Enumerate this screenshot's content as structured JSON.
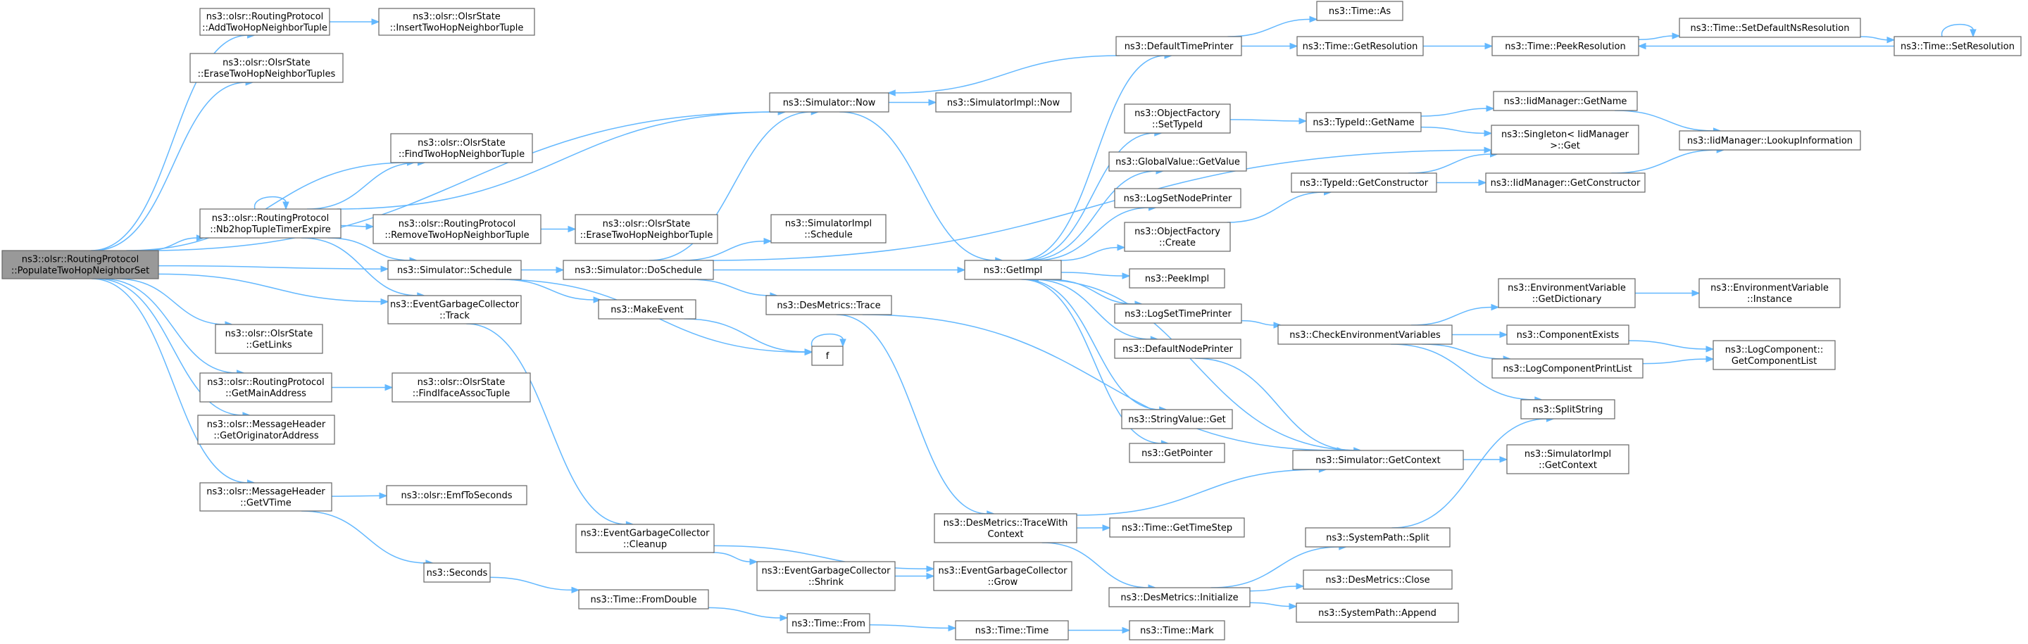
{
  "diagram": {
    "title": "",
    "nodes": [
      {
        "id": "root",
        "lines": [
          "ns3::olsr::RoutingProtocol",
          "::PopulateTwoHopNeighborSet"
        ],
        "root": true
      },
      {
        "id": "addTwoHop",
        "lines": [
          "ns3::olsr::RoutingProtocol",
          "::AddTwoHopNeighborTuple"
        ]
      },
      {
        "id": "insertTwoHop",
        "lines": [
          "ns3::olsr::OlsrState",
          "::InsertTwoHopNeighborTuple"
        ]
      },
      {
        "id": "eraseTwoHopTuples",
        "lines": [
          "ns3::olsr::OlsrState",
          "::EraseTwoHopNeighborTuples"
        ]
      },
      {
        "id": "findTwoHop",
        "lines": [
          "ns3::olsr::OlsrState",
          "::FindTwoHopNeighborTuple"
        ]
      },
      {
        "id": "nb2hop",
        "lines": [
          "ns3::olsr::RoutingProtocol",
          "::Nb2hopTupleTimerExpire"
        ]
      },
      {
        "id": "removeTwoHop",
        "lines": [
          "ns3::olsr::RoutingProtocol",
          "::RemoveTwoHopNeighborTuple"
        ]
      },
      {
        "id": "eraseTwoHopTuple",
        "lines": [
          "ns3::olsr::OlsrState",
          "::EraseTwoHopNeighborTuple"
        ]
      },
      {
        "id": "simNow",
        "lines": [
          "ns3::Simulator::Now"
        ]
      },
      {
        "id": "simImplNow",
        "lines": [
          "ns3::SimulatorImpl::Now"
        ]
      },
      {
        "id": "simSchedule",
        "lines": [
          "ns3::Simulator::Schedule"
        ]
      },
      {
        "id": "doSchedule",
        "lines": [
          "ns3::Simulator::DoSchedule"
        ]
      },
      {
        "id": "simImplSchedule",
        "lines": [
          "ns3::SimulatorImpl",
          "::Schedule"
        ]
      },
      {
        "id": "egcTrack",
        "lines": [
          "ns3::EventGarbageCollector",
          "::Track"
        ]
      },
      {
        "id": "makeEvent",
        "lines": [
          "ns3::MakeEvent"
        ]
      },
      {
        "id": "desTrace",
        "lines": [
          "ns3::DesMetrics::Trace"
        ]
      },
      {
        "id": "f",
        "lines": [
          "f"
        ]
      },
      {
        "id": "getLinks",
        "lines": [
          "ns3::olsr::OlsrState",
          "::GetLinks"
        ]
      },
      {
        "id": "getMainAddr",
        "lines": [
          "ns3::olsr::RoutingProtocol",
          "::GetMainAddress"
        ]
      },
      {
        "id": "findIface",
        "lines": [
          "ns3::olsr::OlsrState",
          "::FindIfaceAssocTuple"
        ]
      },
      {
        "id": "getOrigAddr",
        "lines": [
          "ns3::olsr::MessageHeader",
          "::GetOriginatorAddress"
        ]
      },
      {
        "id": "getVTime",
        "lines": [
          "ns3::olsr::MessageHeader",
          "::GetVTime"
        ]
      },
      {
        "id": "emfToSeconds",
        "lines": [
          "ns3::olsr::EmfToSeconds"
        ]
      },
      {
        "id": "seconds",
        "lines": [
          "ns3::Seconds"
        ]
      },
      {
        "id": "egcCleanup",
        "lines": [
          "ns3::EventGarbageCollector",
          "::Cleanup"
        ]
      },
      {
        "id": "egcShrink",
        "lines": [
          "ns3::EventGarbageCollector",
          "::Shrink"
        ]
      },
      {
        "id": "egcGrow",
        "lines": [
          "ns3::EventGarbageCollector",
          "::Grow"
        ]
      },
      {
        "id": "fromDouble",
        "lines": [
          "ns3::Time::FromDouble"
        ]
      },
      {
        "id": "timeFrom",
        "lines": [
          "ns3::Time::From"
        ]
      },
      {
        "id": "timeTime",
        "lines": [
          "ns3::Time::Time"
        ]
      },
      {
        "id": "timeMark",
        "lines": [
          "ns3::Time::Mark"
        ]
      },
      {
        "id": "getImpl",
        "lines": [
          "ns3::GetImpl"
        ]
      },
      {
        "id": "defaultTimePrinter",
        "lines": [
          "ns3::DefaultTimePrinter"
        ]
      },
      {
        "id": "timeAs",
        "lines": [
          "ns3::Time::As"
        ]
      },
      {
        "id": "timeGetRes",
        "lines": [
          "ns3::Time::GetResolution"
        ]
      },
      {
        "id": "peekRes",
        "lines": [
          "ns3::Time::PeekResolution"
        ]
      },
      {
        "id": "setDefaultNsRes",
        "lines": [
          "ns3::Time::SetDefaultNsResolution"
        ]
      },
      {
        "id": "setRes",
        "lines": [
          "ns3::Time::SetResolution"
        ]
      },
      {
        "id": "ofSetTypeId",
        "lines": [
          "ns3::ObjectFactory",
          "::SetTypeId"
        ]
      },
      {
        "id": "typeIdGetName",
        "lines": [
          "ns3::TypeId::GetName"
        ]
      },
      {
        "id": "iidGetName",
        "lines": [
          "ns3::IidManager::GetName"
        ]
      },
      {
        "id": "singletonGet",
        "lines": [
          "ns3::Singleton< IidManager",
          " >::Get"
        ]
      },
      {
        "id": "lookupInfo",
        "lines": [
          "ns3::IidManager::LookupInformation"
        ]
      },
      {
        "id": "globalValue",
        "lines": [
          "ns3::GlobalValue::GetValue"
        ]
      },
      {
        "id": "typeIdGetCtor",
        "lines": [
          "ns3::TypeId::GetConstructor"
        ]
      },
      {
        "id": "iidGetCtor",
        "lines": [
          "ns3::IidManager::GetConstructor"
        ]
      },
      {
        "id": "logSetNodePrinter",
        "lines": [
          "ns3::LogSetNodePrinter"
        ]
      },
      {
        "id": "ofCreate",
        "lines": [
          "ns3::ObjectFactory",
          "::Create"
        ]
      },
      {
        "id": "peekImpl",
        "lines": [
          "ns3::PeekImpl"
        ]
      },
      {
        "id": "logSetTimePrinter",
        "lines": [
          "ns3::LogSetTimePrinter"
        ]
      },
      {
        "id": "checkEnv",
        "lines": [
          "ns3::CheckEnvironmentVariables"
        ]
      },
      {
        "id": "envGetDict",
        "lines": [
          "ns3::EnvironmentVariable",
          "::GetDictionary"
        ]
      },
      {
        "id": "envInstance",
        "lines": [
          "ns3::EnvironmentVariable",
          "::Instance"
        ]
      },
      {
        "id": "componentExists",
        "lines": [
          "ns3::ComponentExists"
        ]
      },
      {
        "id": "logCompPrintList",
        "lines": [
          "ns3::LogComponentPrintList"
        ]
      },
      {
        "id": "getCompList",
        "lines": [
          "ns3::LogComponent::",
          "GetComponentList"
        ]
      },
      {
        "id": "defaultNodePrinter",
        "lines": [
          "ns3::DefaultNodePrinter"
        ]
      },
      {
        "id": "splitString",
        "lines": [
          "ns3::SplitString"
        ]
      },
      {
        "id": "stringValueGet",
        "lines": [
          "ns3::StringValue::Get"
        ]
      },
      {
        "id": "getPointer",
        "lines": [
          "ns3::GetPointer"
        ]
      },
      {
        "id": "simGetContext",
        "lines": [
          "ns3::Simulator::GetContext"
        ]
      },
      {
        "id": "simImplGetContext",
        "lines": [
          "ns3::SimulatorImpl",
          "::GetContext"
        ]
      },
      {
        "id": "traceWithContext",
        "lines": [
          "ns3::DesMetrics::TraceWith",
          "Context"
        ]
      },
      {
        "id": "timeGetTimeStep",
        "lines": [
          "ns3::Time::GetTimeStep"
        ]
      },
      {
        "id": "systemPathSplit",
        "lines": [
          "ns3::SystemPath::Split"
        ]
      },
      {
        "id": "desInit",
        "lines": [
          "ns3::DesMetrics::Initialize"
        ]
      },
      {
        "id": "desClose",
        "lines": [
          "ns3::DesMetrics::Close"
        ]
      },
      {
        "id": "systemPathAppend",
        "lines": [
          "ns3::SystemPath::Append"
        ]
      }
    ],
    "edges": [
      [
        "root",
        "addTwoHop"
      ],
      [
        "addTwoHop",
        "insertTwoHop"
      ],
      [
        "root",
        "eraseTwoHopTuples"
      ],
      [
        "root",
        "simNow"
      ],
      [
        "root",
        "findTwoHop"
      ],
      [
        "root",
        "nb2hop"
      ],
      [
        "root",
        "simSchedule"
      ],
      [
        "root",
        "egcTrack"
      ],
      [
        "root",
        "getLinks"
      ],
      [
        "root",
        "getMainAddr"
      ],
      [
        "root",
        "getOrigAddr"
      ],
      [
        "root",
        "getVTime"
      ],
      [
        "nb2hop",
        "nb2hop"
      ],
      [
        "nb2hop",
        "findTwoHop"
      ],
      [
        "nb2hop",
        "simNow"
      ],
      [
        "nb2hop",
        "removeTwoHop"
      ],
      [
        "nb2hop",
        "simSchedule"
      ],
      [
        "nb2hop",
        "egcTrack"
      ],
      [
        "removeTwoHop",
        "eraseTwoHopTuple"
      ],
      [
        "simNow",
        "simImplNow"
      ],
      [
        "simNow",
        "getImpl"
      ],
      [
        "simSchedule",
        "doSchedule"
      ],
      [
        "simSchedule",
        "makeEvent"
      ],
      [
        "simSchedule",
        "f"
      ],
      [
        "doSchedule",
        "simNow"
      ],
      [
        "doSchedule",
        "simImplSchedule"
      ],
      [
        "doSchedule",
        "desTrace"
      ],
      [
        "doSchedule",
        "getImpl"
      ],
      [
        "doSchedule",
        "singletonGet"
      ],
      [
        "makeEvent",
        "f"
      ],
      [
        "f",
        "f"
      ],
      [
        "desTrace",
        "traceWithContext"
      ],
      [
        "desTrace",
        "simGetContext"
      ],
      [
        "egcTrack",
        "egcCleanup"
      ],
      [
        "getMainAddr",
        "findIface"
      ],
      [
        "getVTime",
        "emfToSeconds"
      ],
      [
        "getVTime",
        "seconds"
      ],
      [
        "seconds",
        "fromDouble"
      ],
      [
        "fromDouble",
        "timeFrom"
      ],
      [
        "timeFrom",
        "timeTime"
      ],
      [
        "timeTime",
        "timeMark"
      ],
      [
        "egcCleanup",
        "egcShrink"
      ],
      [
        "egcCleanup",
        "egcGrow"
      ],
      [
        "egcShrink",
        "egcGrow"
      ],
      [
        "getImpl",
        "defaultTimePrinter"
      ],
      [
        "getImpl",
        "ofSetTypeId"
      ],
      [
        "getImpl",
        "globalValue"
      ],
      [
        "getImpl",
        "logSetNodePrinter"
      ],
      [
        "getImpl",
        "ofCreate"
      ],
      [
        "getImpl",
        "peekImpl"
      ],
      [
        "getImpl",
        "logSetTimePrinter"
      ],
      [
        "getImpl",
        "defaultNodePrinter"
      ],
      [
        "getImpl",
        "stringValueGet"
      ],
      [
        "getImpl",
        "getPointer"
      ],
      [
        "defaultTimePrinter",
        "simNow"
      ],
      [
        "defaultTimePrinter",
        "timeAs"
      ],
      [
        "defaultTimePrinter",
        "timeGetRes"
      ],
      [
        "timeGetRes",
        "peekRes"
      ],
      [
        "peekRes",
        "setDefaultNsRes"
      ],
      [
        "setDefaultNsRes",
        "setRes"
      ],
      [
        "setRes",
        "peekRes"
      ],
      [
        "setRes",
        "setRes"
      ],
      [
        "ofSetTypeId",
        "typeIdGetName"
      ],
      [
        "typeIdGetName",
        "iidGetName"
      ],
      [
        "typeIdGetName",
        "singletonGet"
      ],
      [
        "iidGetName",
        "lookupInfo"
      ],
      [
        "ofCreate",
        "typeIdGetCtor"
      ],
      [
        "typeIdGetCtor",
        "singletonGet"
      ],
      [
        "typeIdGetCtor",
        "iidGetCtor"
      ],
      [
        "iidGetCtor",
        "lookupInfo"
      ],
      [
        "logSetTimePrinter",
        "checkEnv"
      ],
      [
        "checkEnv",
        "envGetDict"
      ],
      [
        "checkEnv",
        "componentExists"
      ],
      [
        "checkEnv",
        "logCompPrintList"
      ],
      [
        "checkEnv",
        "splitString"
      ],
      [
        "envGetDict",
        "envInstance"
      ],
      [
        "componentExists",
        "getCompList"
      ],
      [
        "logCompPrintList",
        "getCompList"
      ],
      [
        "defaultNodePrinter",
        "simGetContext"
      ],
      [
        "simGetContext",
        "getImpl"
      ],
      [
        "simGetContext",
        "simImplGetContext"
      ],
      [
        "traceWithContext",
        "timeGetTimeStep"
      ],
      [
        "traceWithContext",
        "simGetContext"
      ],
      [
        "traceWithContext",
        "desInit"
      ],
      [
        "desInit",
        "systemPathSplit"
      ],
      [
        "desInit",
        "desClose"
      ],
      [
        "desInit",
        "systemPathAppend"
      ],
      [
        "systemPathSplit",
        "splitString"
      ]
    ]
  }
}
